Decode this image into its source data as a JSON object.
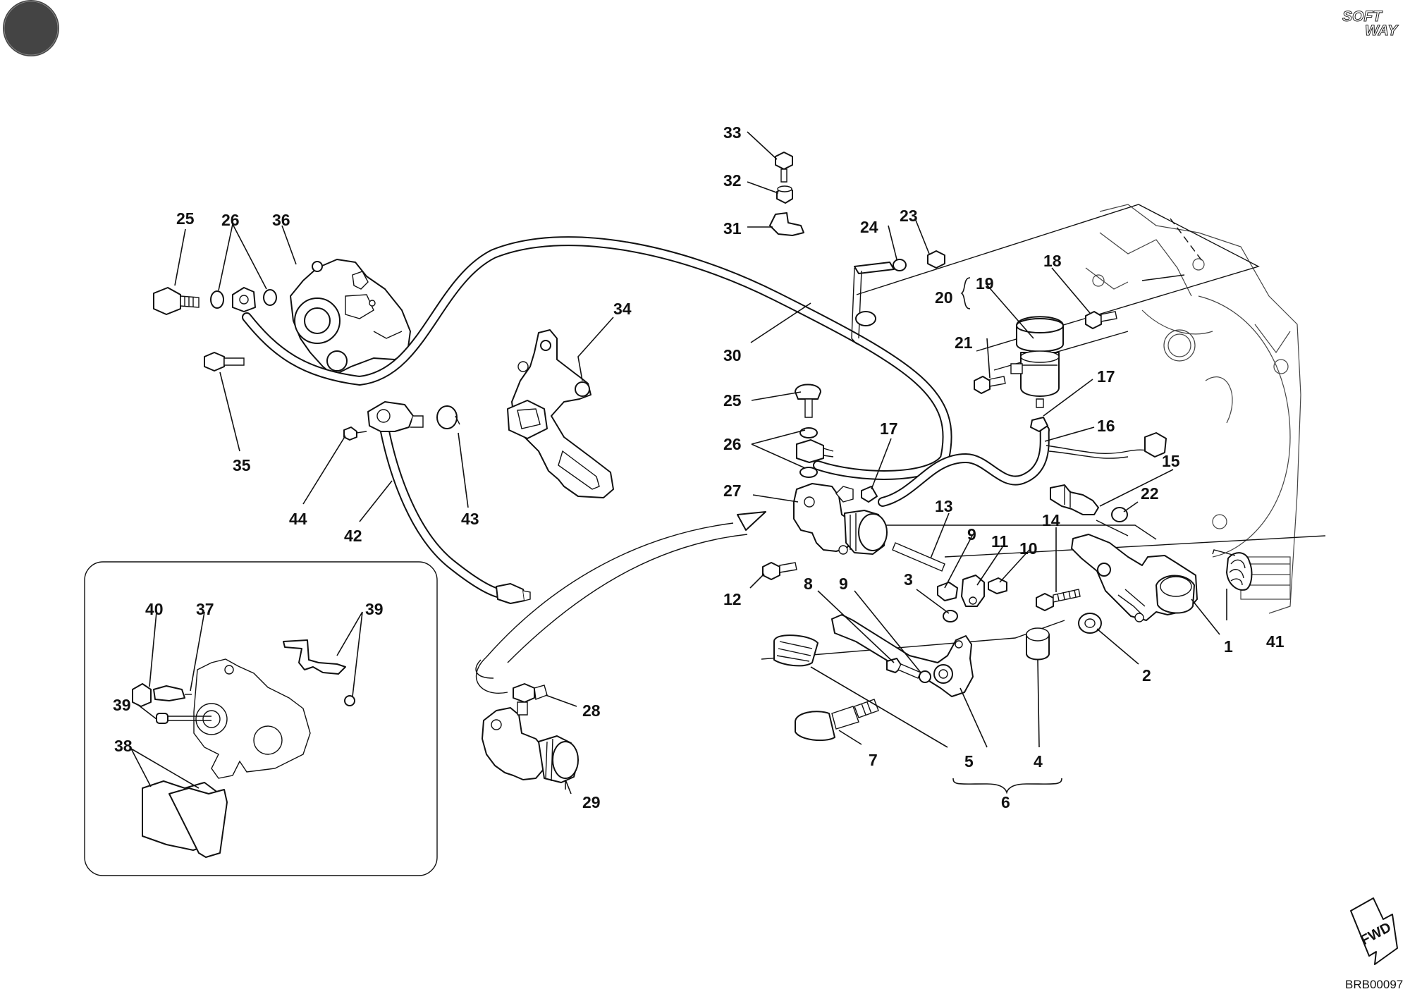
{
  "drawing_code": "BRB00097",
  "brand_top": "SOFT",
  "brand_bottom": "WAY",
  "fwd_label": "FWD",
  "callouts": {
    "n1": "1",
    "n2": "2",
    "n3": "3",
    "n4": "4",
    "n5": "5",
    "n6": "6",
    "n7": "7",
    "n8": "8",
    "n9a": "9",
    "n9b": "9",
    "n10": "10",
    "n11": "11",
    "n12": "12",
    "n13": "13",
    "n14": "14",
    "n15": "15",
    "n16": "16",
    "n17a": "17",
    "n17b": "17",
    "n18": "18",
    "n19": "19",
    "n20": "20",
    "n21": "21",
    "n22": "22",
    "n23": "23",
    "n24": "24",
    "n25a": "25",
    "n25b": "25",
    "n26a": "26",
    "n26b": "26",
    "n27": "27",
    "n28": "28",
    "n29": "29",
    "n30": "30",
    "n31": "31",
    "n32": "32",
    "n33": "33",
    "n34": "34",
    "n35": "35",
    "n36": "36",
    "n37": "37",
    "n38": "38",
    "n39a": "39",
    "n39b": "39",
    "n40": "40",
    "n41": "41",
    "n42": "42",
    "n43": "43",
    "n44": "44"
  }
}
